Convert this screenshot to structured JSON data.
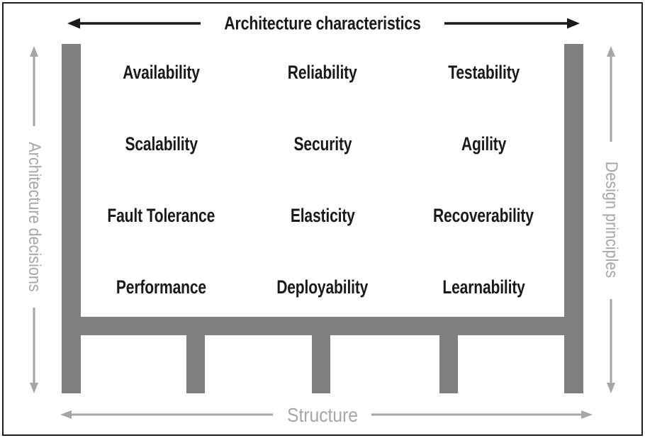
{
  "header": {
    "title": "Architecture characteristics"
  },
  "axes": {
    "left": "Architecture decisions",
    "right": "Design principles",
    "bottom": "Structure"
  },
  "characteristics": [
    "Availability",
    "Reliability",
    "Testability",
    "Scalability",
    "Security",
    "Agility",
    "Fault Tolerance",
    "Elasticity",
    "Recoverability",
    "Performance",
    "Deployability",
    "Learnability"
  ],
  "colors": {
    "structure_gray": "#7f7f7f",
    "muted_gray": "#a6a6a6",
    "ink": "#1a1a1a"
  }
}
